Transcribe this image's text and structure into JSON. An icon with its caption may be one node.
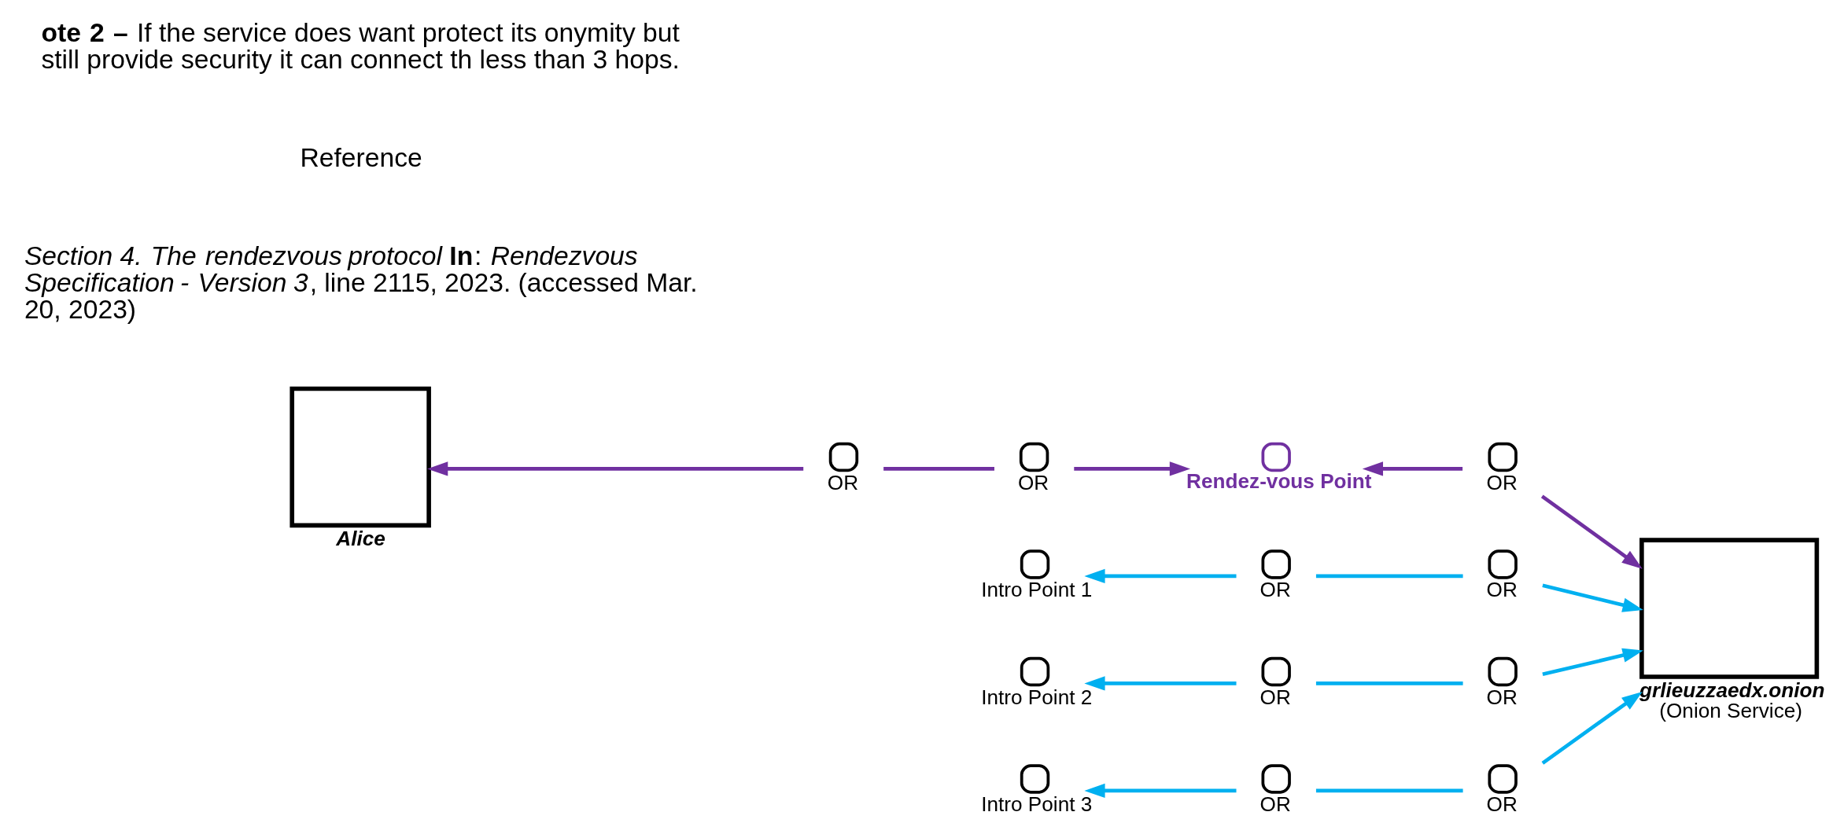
{
  "diagram": {
    "nodes": [
      {
        "text": [
          "Alice"
        ]
      },
      {
        "text": [
          "grlieuzzaedx.onion",
          "(Onion Service)"
        ]
      },
      {
        "text": [
          "Intro Point 1"
        ]
      },
      {
        "text": [
          "OR"
        ]
      },
      {
        "text": [
          "OR"
        ]
      },
      {
        "text": [
          "Intro Point 2"
        ]
      },
      {
        "text": [
          "OR"
        ]
      },
      {
        "text": [
          "OR"
        ]
      },
      {
        "text": [
          "Intro Point 3"
        ]
      },
      {
        "text": [
          "OR"
        ]
      },
      {
        "text": [
          "OR"
        ]
      },
      {
        "text": [
          "OR"
        ]
      },
      {
        "text": [
          "OR"
        ]
      },
      {
        "text": [
          "Rendez-vous Point"
        ]
      },
      {
        "text": [
          "OR"
        ]
      }
    ],
    "edges": [
      {
        "from": 3,
        "to": 2,
        "arrow": "to"
      },
      {
        "from": 3,
        "to": 4,
        "arrow": "none"
      },
      {
        "from": 4,
        "to": 1,
        "arrow": "to"
      },
      {
        "from": 6,
        "to": 5,
        "arrow": "to"
      },
      {
        "from": 6,
        "to": 7,
        "arrow": "none"
      },
      {
        "from": 7,
        "to": 1,
        "arrow": "to"
      },
      {
        "from": 9,
        "to": 8,
        "arrow": "to"
      },
      {
        "from": 9,
        "to": 10,
        "arrow": "none"
      },
      {
        "from": 10,
        "to": 1,
        "arrow": "to"
      },
      {
        "from": 11,
        "to": 0,
        "arrow": "to",
        "color": "#7030a0"
      },
      {
        "from": 11,
        "to": 12,
        "arrow": "none",
        "color": "#7030a0"
      },
      {
        "from": 12,
        "to": 13,
        "arrow": "to",
        "color": "#7030a0"
      },
      {
        "from": 14,
        "to": 13,
        "arrow": "to",
        "color": "#7030a0"
      },
      {
        "from": 14,
        "to": 1,
        "arrow": "to",
        "color": "#7030a0"
      }
    ],
    "labels": [
      "**ote 2 –** If the service does want protect its onymity but still provide security it can connect th less than 3 hops.",
      "Reference",
      "*Section 4. The rendezvous protocol* **In**: *Rendezvous Specification - Version 3*, line 2115, 2023. (accessed Mar. 20, 2023)"
    ]
  }
}
